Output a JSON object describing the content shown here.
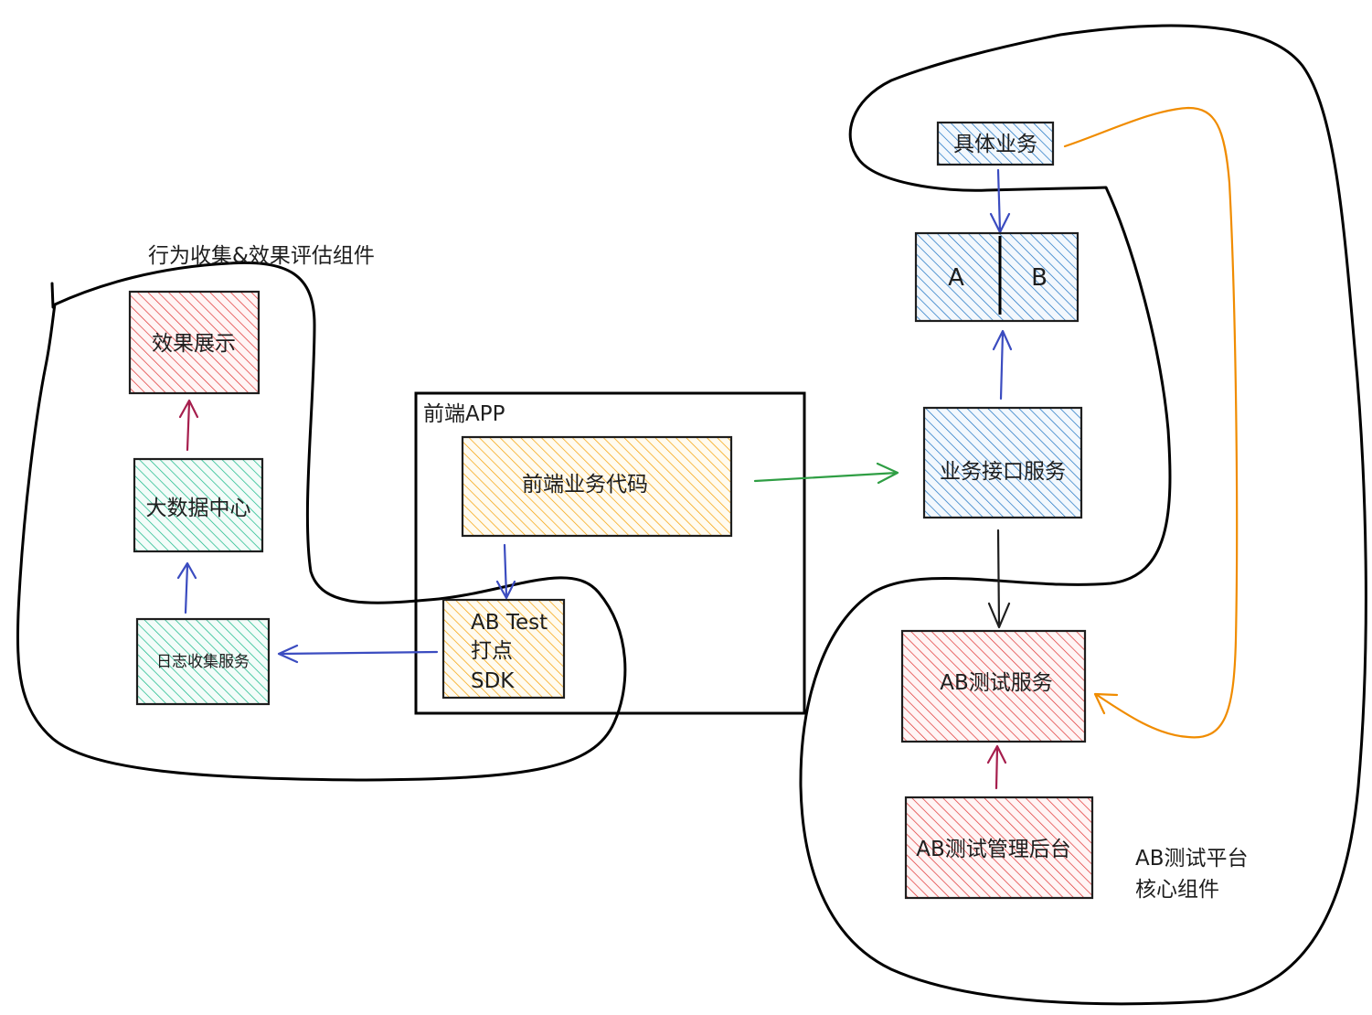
{
  "colors": {
    "red": "#e03131",
    "teal": "#12b886",
    "orange": "#f59f00",
    "blue": "#1971c2",
    "arrow_blue": "#3b4cc0",
    "arrow_red": "#a61e4d",
    "arrow_green": "#2f9e44",
    "arrow_orange": "#f08c00",
    "arrow_black": "#1e1e1e"
  },
  "groups": {
    "behavior_group_label": "行为收集&效果评估组件",
    "frontend_app_label": "前端APP",
    "ab_core_label_line1": "AB测试平台",
    "ab_core_label_line2": "核心组件"
  },
  "boxes": {
    "effect_display": "效果展示",
    "big_data_center": "大数据中心",
    "log_collection": "日志收集服务",
    "frontend_business_code": "前端业务代码",
    "ab_sdk_line1": "AB Test",
    "ab_sdk_line2": "打点",
    "ab_sdk_line3": "SDK",
    "specific_business": "具体业务",
    "variant_a": "A",
    "variant_b": "B",
    "business_api_service": "业务接口服务",
    "ab_test_service": "AB测试服务",
    "ab_test_admin": "AB测试管理后台"
  }
}
